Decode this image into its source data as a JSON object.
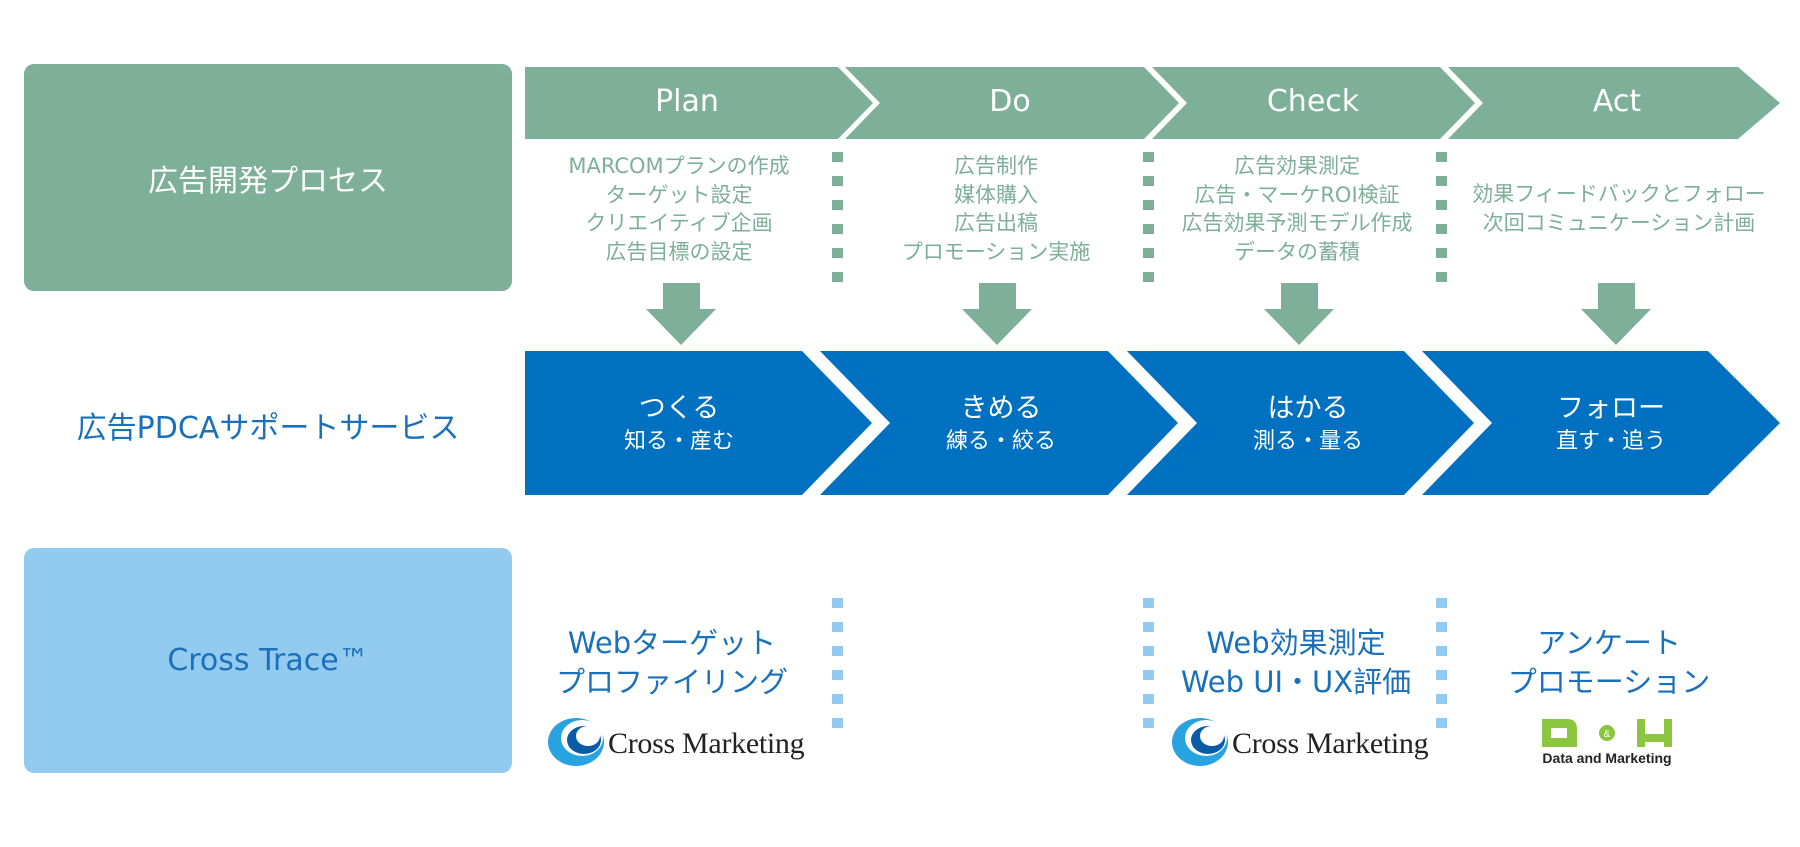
{
  "row_labels": {
    "process": "広告開発プロセス",
    "pdca": "広告PDCAサポートサービス",
    "crosstrace": "Cross Trace™"
  },
  "phases": [
    {
      "name": "Plan",
      "items": [
        "MARCOMプランの作成",
        "ターゲット設定",
        "クリエイティブ企画",
        "広告目標の設定"
      ]
    },
    {
      "name": "Do",
      "items": [
        "広告制作",
        "媒体購入",
        "広告出稿",
        "プロモーション実施"
      ]
    },
    {
      "name": "Check",
      "items": [
        "広告効果測定",
        "広告・マーケROI検証",
        "広告効果予測モデル作成",
        "データの蓄積"
      ]
    },
    {
      "name": "Act",
      "items": [
        "効果フィードバックとフォロー",
        "次回コミュニケーション計画"
      ]
    }
  ],
  "pdca_steps": [
    {
      "main": "つくる",
      "sub": "知る・産む"
    },
    {
      "main": "きめる",
      "sub": "練る・絞る"
    },
    {
      "main": "はかる",
      "sub": "測る・量る"
    },
    {
      "main": "フォロー",
      "sub": "直す・追う"
    }
  ],
  "services": [
    {
      "lines": [
        "Webターゲット",
        "プロファイリング"
      ],
      "logo": "Cross Marketing"
    },
    {
      "lines": [
        "Web効果測定",
        "Web UI・UX評価"
      ],
      "logo": "Cross Marketing"
    },
    {
      "lines": [
        "アンケート",
        "プロモーション"
      ],
      "logo_mark": "D&M",
      "logo": "Data and Marketing"
    }
  ],
  "colors": {
    "process_green": "#7daf99",
    "pdca_blue": "#0070c0",
    "crosstrace_light_blue": "#93cbf0",
    "text_blue": "#1a70bb",
    "dm_green": "#8cc63f"
  }
}
